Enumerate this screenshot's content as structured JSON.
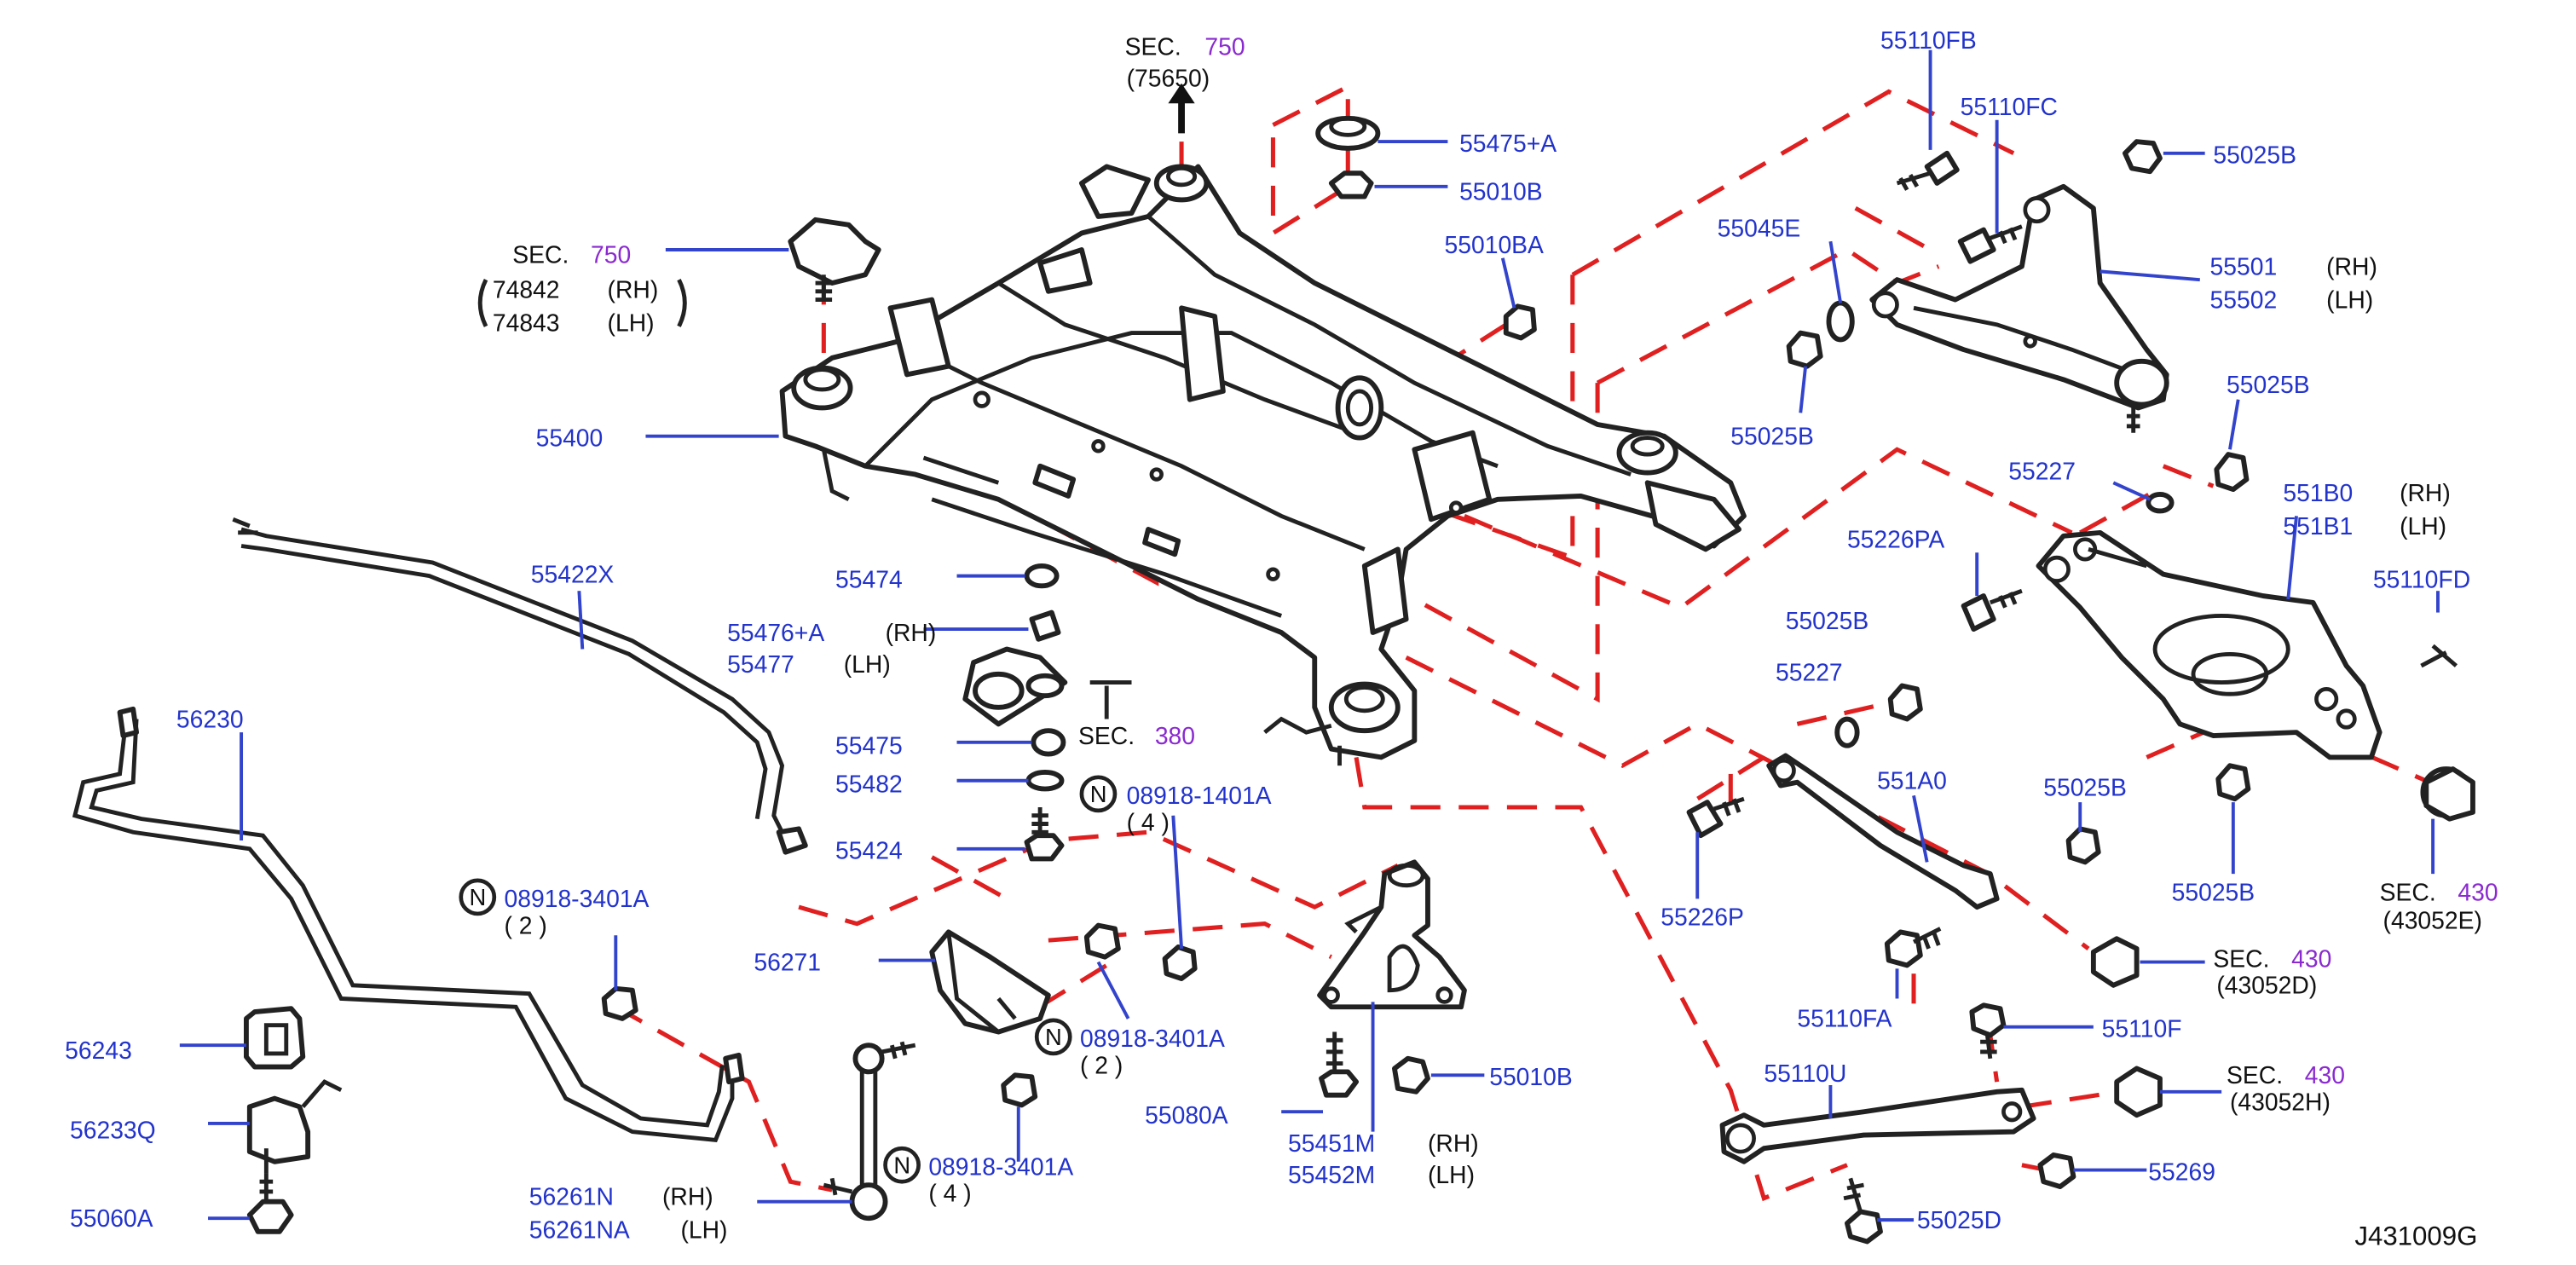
{
  "diagram_id": "J431009G",
  "labels": {
    "sec750_top": {
      "prefix": "SEC.",
      "num": "750",
      "sub": "(75650)"
    },
    "p55475A": "55475+A",
    "p55010B_top": "55010B",
    "p55010BA": "55010BA",
    "p55110FB": "55110FB",
    "p55110FC": "55110FC",
    "p55025B_tr": "55025B",
    "p55045E": "55045E",
    "p55501": "55501",
    "rh_55501": "(RH)",
    "p55502": "55502",
    "lh_55502": "(LH)",
    "p55025B_mid": "55025B",
    "p55025B_right": "55025B",
    "sec750_left": {
      "prefix": "SEC.",
      "num": "750"
    },
    "p74842": "74842",
    "rh_74842": "(RH)",
    "p74843": "74843",
    "lh_74843": "(LH)",
    "p55400": "55400",
    "p55227_a": "55227",
    "p551B0": "551B0",
    "rh_551B0": "(RH)",
    "p551B1": "551B1",
    "lh_551B1": "(LH)",
    "p55226PA": "55226PA",
    "p55110FD": "55110FD",
    "p55422X": "55422X",
    "p55474": "55474",
    "p55476A": "55476+A",
    "rh_55476": "(RH)",
    "p55477": "55477",
    "lh_55477": "(LH)",
    "p55025B_partial": "55025B",
    "p55227_b": "55227",
    "sec380": {
      "prefix": "SEC.",
      "num": "380"
    },
    "p55475": "55475",
    "p55482": "55482",
    "p55424": "55424",
    "n_08918_1401A": {
      "n": "N",
      "num": "08918-1401A",
      "qty": "( 4 )"
    },
    "p56230": "56230",
    "p551A0": "551A0",
    "p55025B_c": "55025B",
    "p55226P": "55226P",
    "p55025B_d": "55025B",
    "sec430_a": {
      "prefix": "SEC.",
      "num": "430",
      "sub": "(43052E)"
    },
    "n_08918_3401A_a": {
      "n": "N",
      "num": "08918-3401A",
      "qty": "( 2 )"
    },
    "p56271": "56271",
    "sec430_b": {
      "prefix": "SEC.",
      "num": "430",
      "sub": "(43052D)"
    },
    "p55110FA": "55110FA",
    "p56243": "56243",
    "n_08918_3401A_b": {
      "n": "N",
      "num": "08918-3401A",
      "qty": "( 2 )"
    },
    "p55110F": "55110F",
    "p55010B_bot": "55010B",
    "p55080A": "55080A",
    "p55110U": "55110U",
    "sec430_c": {
      "prefix": "SEC.",
      "num": "430",
      "sub": "(43052H)"
    },
    "p56233Q": "56233Q",
    "p55451M": "55451M",
    "rh_55451": "(RH)",
    "p55452M": "55452M",
    "lh_55452": "(LH)",
    "n_08918_3401A_c": {
      "n": "N",
      "num": "08918-3401A",
      "qty": "( 4 )"
    },
    "p55269": "55269",
    "p56261N": "56261N",
    "rh_56261": "(RH)",
    "p56261NA": "56261NA",
    "lh_56261": "(LH)",
    "p55060A": "55060A",
    "p55025D": "55025D"
  },
  "colors": {
    "part_number": "#2233cc",
    "section_number": "#8a2ad0",
    "reference_line": "#e02020",
    "drawing": "#222222"
  }
}
